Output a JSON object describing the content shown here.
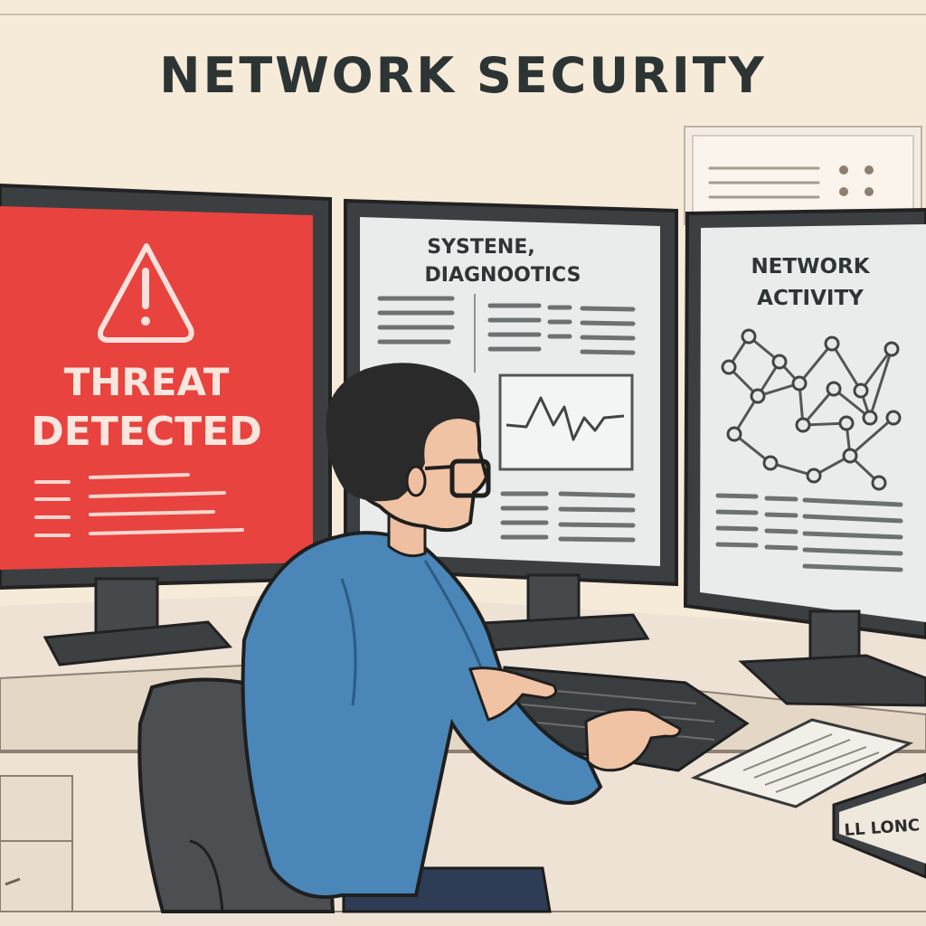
{
  "title": "NETWORK SECURITY",
  "monitors": {
    "left": {
      "warning_icon": "warning-triangle-icon",
      "line1": "THREAT",
      "line2": "DETECTED",
      "screen_color": "#e8433e"
    },
    "center": {
      "line1": "SYSTENE,",
      "line2": "DIAGNOOTICS"
    },
    "right": {
      "line1": "NETWORK",
      "line2": "ACTIVITY"
    }
  },
  "device_label": "LL LONC",
  "colors": {
    "background": "#f6ead9",
    "outline": "#2f2f2f",
    "shirt": "#4a86b8",
    "threat_red": "#e8433e"
  }
}
